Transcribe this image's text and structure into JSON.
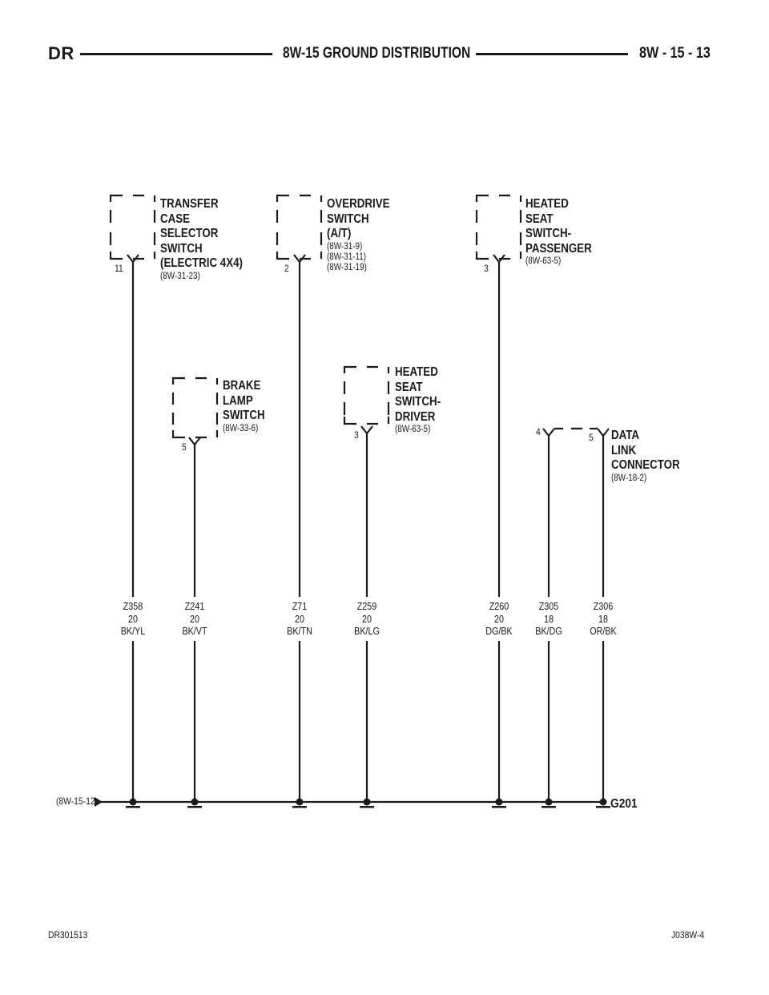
{
  "header": {
    "left": "DR",
    "title": "8W-15 GROUND DISTRIBUTION",
    "right": "8W - 15 - 13"
  },
  "components": {
    "transfer_case": {
      "name_lines": [
        "TRANSFER",
        "CASE",
        "SELECTOR",
        "SWITCH",
        "(ELECTRIC 4X4)"
      ],
      "refs": [
        "(8W-31-23)"
      ],
      "pin": "11"
    },
    "overdrive": {
      "name_lines": [
        "OVERDRIVE",
        "SWITCH",
        "(A/T)"
      ],
      "refs": [
        "(8W-31-9)",
        "(8W-31-11)",
        "(8W-31-19)"
      ],
      "pin": "2"
    },
    "heated_seat_passenger": {
      "name_lines": [
        "HEATED",
        "SEAT",
        "SWITCH-",
        "PASSENGER"
      ],
      "refs": [
        "(8W-63-5)"
      ],
      "pin": "3"
    },
    "brake_lamp": {
      "name_lines": [
        "BRAKE",
        "LAMP",
        "SWITCH"
      ],
      "refs": [
        "(8W-33-6)"
      ],
      "pin": "5"
    },
    "heated_seat_driver": {
      "name_lines": [
        "HEATED",
        "SEAT",
        "SWITCH-",
        "DRIVER"
      ],
      "refs": [
        "(8W-63-5)"
      ],
      "pin": "3"
    },
    "data_link": {
      "name_lines": [
        "DATA",
        "LINK",
        "CONNECTOR"
      ],
      "refs": [
        "(8W-18-2)"
      ],
      "pin_a": "4",
      "pin_b": "5"
    }
  },
  "wires": [
    {
      "circuit": "Z358",
      "gauge": "20",
      "color": "BK/YL"
    },
    {
      "circuit": "Z241",
      "gauge": "20",
      "color": "BK/VT"
    },
    {
      "circuit": "Z71",
      "gauge": "20",
      "color": "BK/TN"
    },
    {
      "circuit": "Z259",
      "gauge": "20",
      "color": "BK/LG"
    },
    {
      "circuit": "Z260",
      "gauge": "20",
      "color": "DG/BK"
    },
    {
      "circuit": "Z305",
      "gauge": "18",
      "color": "BK/DG"
    },
    {
      "circuit": "Z306",
      "gauge": "18",
      "color": "OR/BK"
    }
  ],
  "ground": {
    "from_ref": "(8W-15-12)",
    "label": "G201"
  },
  "footer": {
    "left": "DR301513",
    "right": "J038W-4"
  },
  "colors": {
    "ink": "#1a1a1a",
    "background": "#ffffff"
  }
}
